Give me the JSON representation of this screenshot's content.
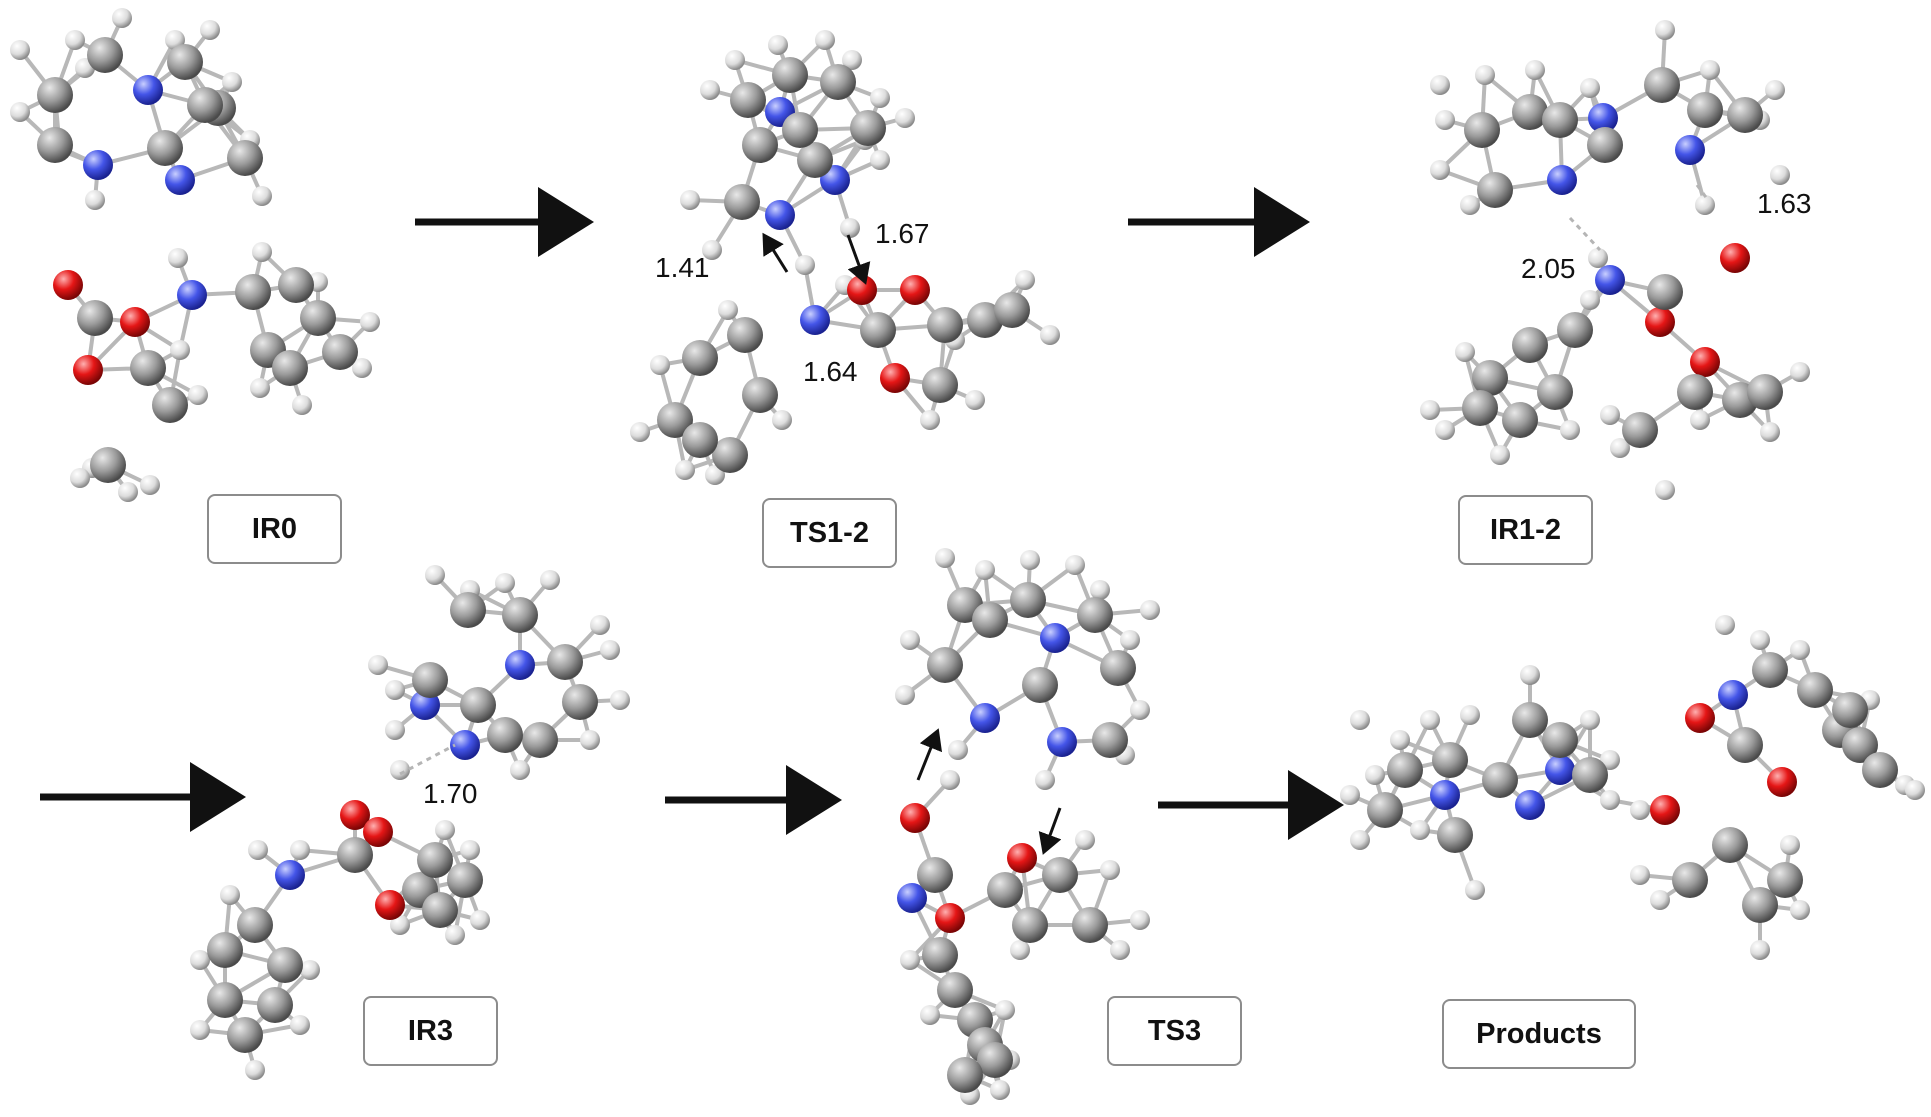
{
  "stages": [
    {
      "id": "ir0",
      "label": "IR0"
    },
    {
      "id": "ts12",
      "label": "TS1-2"
    },
    {
      "id": "ir12",
      "label": "IR1-2"
    },
    {
      "id": "ir3",
      "label": "IR3"
    },
    {
      "id": "ts3",
      "label": "TS3"
    },
    {
      "id": "products",
      "label": "Products"
    }
  ],
  "distances": {
    "ts12_a": "1.41",
    "ts12_b": "1.67",
    "ts12_c": "1.64",
    "ir12_a": "2.05",
    "ir12_b": "1.63",
    "ir3_a": "1.70"
  },
  "colors": {
    "carbon": "#8f8f8f",
    "nitrogen": "#3f4fe0",
    "oxygen": "#e01515",
    "hydrogen": "#e6e6e6",
    "arrow": "#111111",
    "box_border": "#8c8c8c"
  }
}
